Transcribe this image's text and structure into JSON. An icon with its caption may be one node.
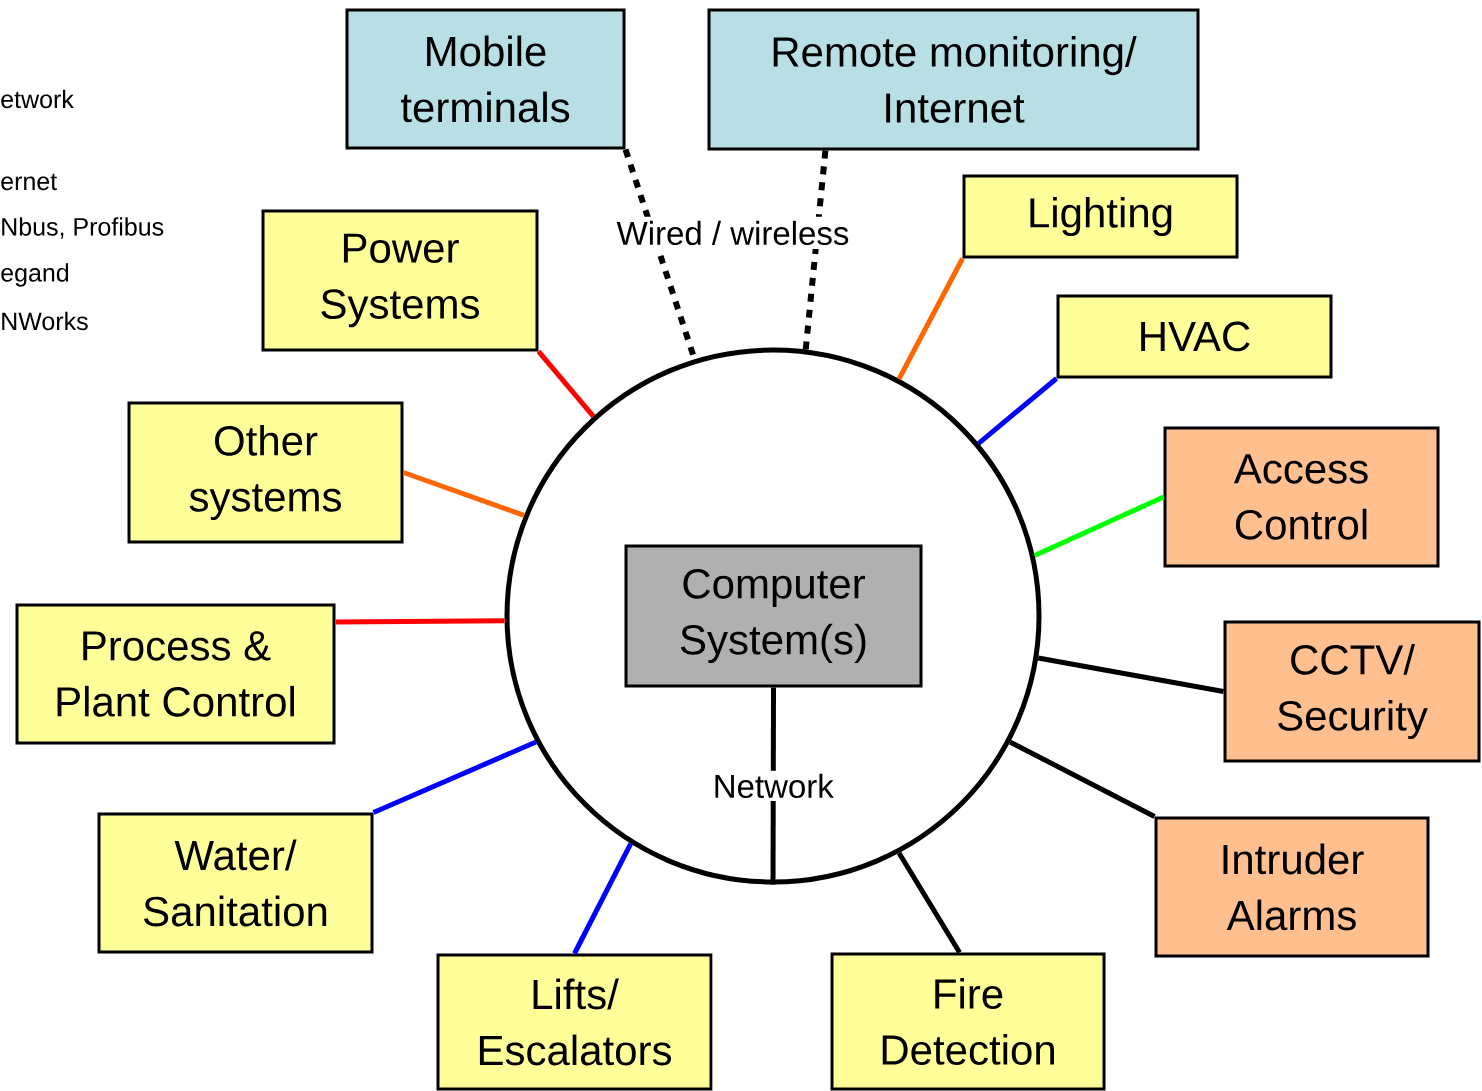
{
  "diagram": {
    "nodes": [
      {
        "text": [
          "Mobile terminals"
        ]
      },
      {
        "text": [
          "Remote monitoring/ Internet"
        ]
      },
      {
        "text": [
          "Power Systems"
        ]
      },
      {
        "text": [
          "Lighting"
        ]
      },
      {
        "text": [
          "HVAC"
        ]
      },
      {
        "text": [
          "Other systems"
        ]
      },
      {
        "text": [
          "Access Control"
        ]
      },
      {
        "text": [],
        "shape": "circle"
      },
      {
        "text": [
          "Computer System(s)"
        ],
        "in": 7
      },
      {
        "text": [
          "Process & Plant Control"
        ]
      },
      {
        "text": [
          "CCTV/ Security"
        ]
      },
      {
        "text": [
          "Water/ Sanitation"
        ]
      },
      {
        "text": [
          "Intruder Alarms"
        ]
      },
      {
        "text": [
          "Lifts/ Escalators"
        ]
      },
      {
        "text": [
          "Fire Detection"
        ]
      }
    ],
    "edges": [
      {
        "from": 0,
        "to": 7,
        "arrow": "none",
        "style": "dashed"
      },
      {
        "from": 1,
        "to": 7,
        "arrow": "none",
        "style": "dashed"
      },
      {
        "from": 2,
        "to": 7,
        "arrow": "none",
        "color": "#ff0000"
      },
      {
        "from": 3,
        "to": 7,
        "arrow": "none",
        "color": "#ff6600"
      },
      {
        "from": 4,
        "to": 7,
        "arrow": "none",
        "color": "#0000ff"
      },
      {
        "from": 5,
        "to": 7,
        "arrow": "none",
        "color": "#ff6600"
      },
      {
        "from": 6,
        "to": 7,
        "arrow": "none",
        "color": "#00ff00"
      },
      {
        "from": 8,
        "to": 7,
        "arrow": "none",
        "label": "Network"
      },
      {
        "from": 9,
        "to": 7,
        "arrow": "none",
        "color": "#ff0000"
      },
      {
        "from": 10,
        "to": 7,
        "arrow": "none"
      },
      {
        "from": 11,
        "to": 7,
        "arrow": "none",
        "color": "#0000ff"
      },
      {
        "from": 12,
        "to": 7,
        "arrow": "none"
      },
      {
        "from": 13,
        "to": 7,
        "arrow": "none",
        "color": "#0000ff"
      },
      {
        "from": 14,
        "to": 7,
        "arrow": "none"
      }
    ],
    "labels": [
      "etwork",
      "ernet",
      "Nbus, Profibus",
      "egand",
      "NWorks",
      "Wired / wireless"
    ]
  }
}
